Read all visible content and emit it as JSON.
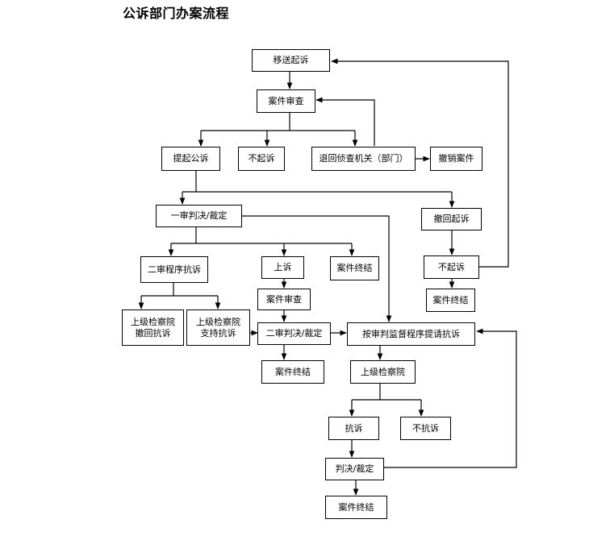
{
  "title": "公诉部门办案流程",
  "nodes": {
    "yisong": "移送起诉",
    "shencha": "案件审查",
    "tiqi": "提起公诉",
    "buqisu": "不起诉",
    "tuihui": "退回侦查机关（部门）",
    "chexiao": "撤销案件",
    "yishen": "一审判决/裁定",
    "chehui": "撤回起诉",
    "ershen_chengxu": "二审程序抗诉",
    "shangsu": "上诉",
    "zhongjie1": "案件终结",
    "buqisu2": "不起诉",
    "shangji_chehui": "上级检察院\n撤回抗诉",
    "shangji_zhichi": "上级检察院\n支持抗诉",
    "shencha2": "案件审查",
    "zhongjie2": "案件终结",
    "ershen_panjue": "二审判决/裁定",
    "jiandu": "按审判监督程序提请抗诉",
    "zhongjie3": "案件终结",
    "shangji": "上级检察院",
    "kangsu": "抗诉",
    "bukangsu": "不抗诉",
    "panjue": "判决/裁定",
    "zhongjie4": "案件终结"
  }
}
